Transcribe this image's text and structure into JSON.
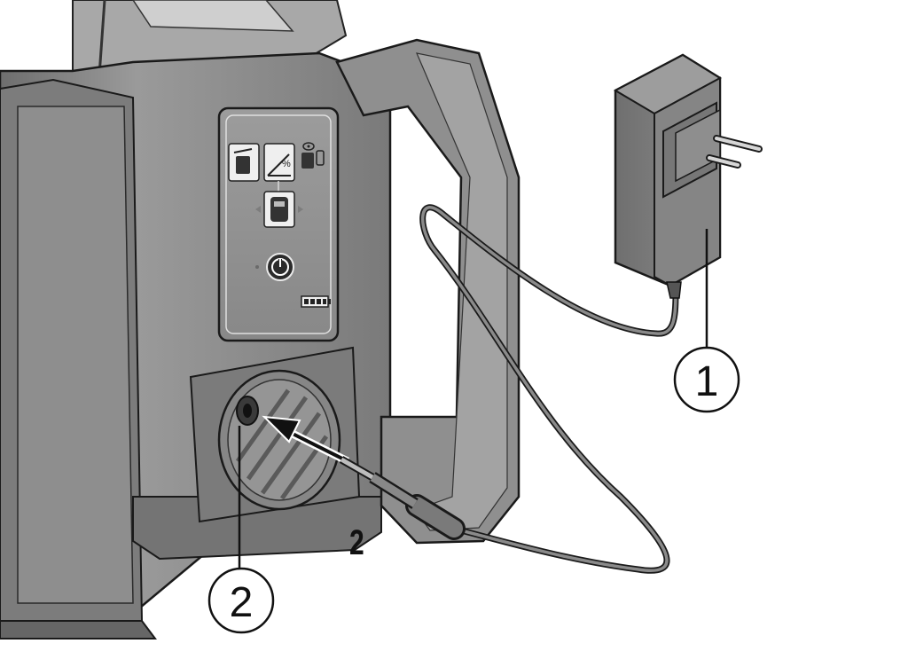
{
  "figure": {
    "number": "2",
    "callouts": [
      {
        "id": "charger",
        "label": "1",
        "icon": "power-adapter-icon"
      },
      {
        "id": "charging-socket",
        "label": "2",
        "icon": "charging-socket-icon"
      }
    ]
  },
  "control_panel": {
    "icons": [
      "tilt-warning-icon",
      "slope-percent-icon",
      "eye-receiver-icon",
      "laser-head-icon",
      "power-button-icon",
      "battery-icon"
    ],
    "slope_symbol": "%"
  },
  "colors": {
    "background": "#ffffff",
    "device_body": "#8a8a8a",
    "device_dark": "#5f5f5f",
    "line": "#111111"
  }
}
